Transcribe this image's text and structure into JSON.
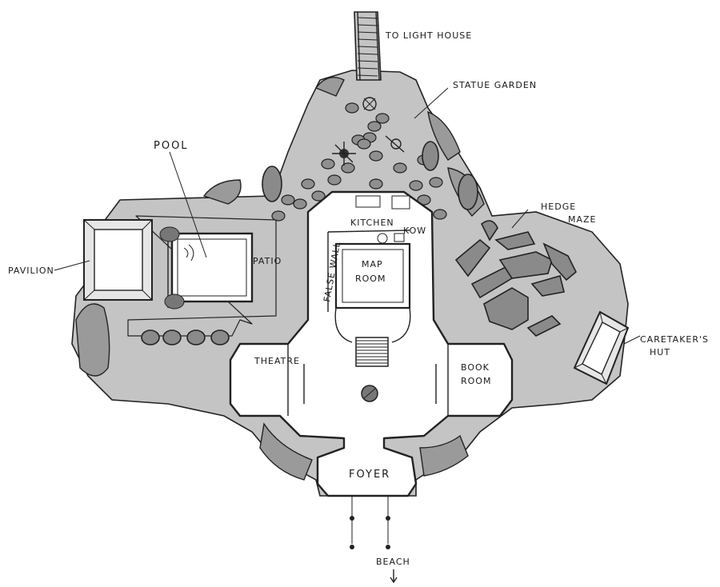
{
  "labels": {
    "lighthouse": "TO LIGHT HOUSE",
    "statue_garden": "STATUE GARDEN",
    "pool": "POOL",
    "patio": "PATIO",
    "pavilion": "PAVILION",
    "kitchen": "KITCHEN",
    "kow": "KOW",
    "false_wall": "FALSE WALL",
    "map_room_1": "MAP",
    "map_room_2": "ROOM",
    "hedge_maze_1": "HEDGE",
    "hedge_maze_2": "MAZE",
    "caretakers_hut_1": "CARETAKER'S",
    "caretakers_hut_2": "HUT",
    "theatre": "THEATRE",
    "book_room_1": "BOOK",
    "book_room_2": "ROOM",
    "foyer": "FOYER",
    "beach": "BEACH"
  },
  "colors": {
    "ground": "#c4c4c4",
    "dark": "#8a8a8a",
    "ink": "#222222",
    "paper": "#ffffff"
  }
}
